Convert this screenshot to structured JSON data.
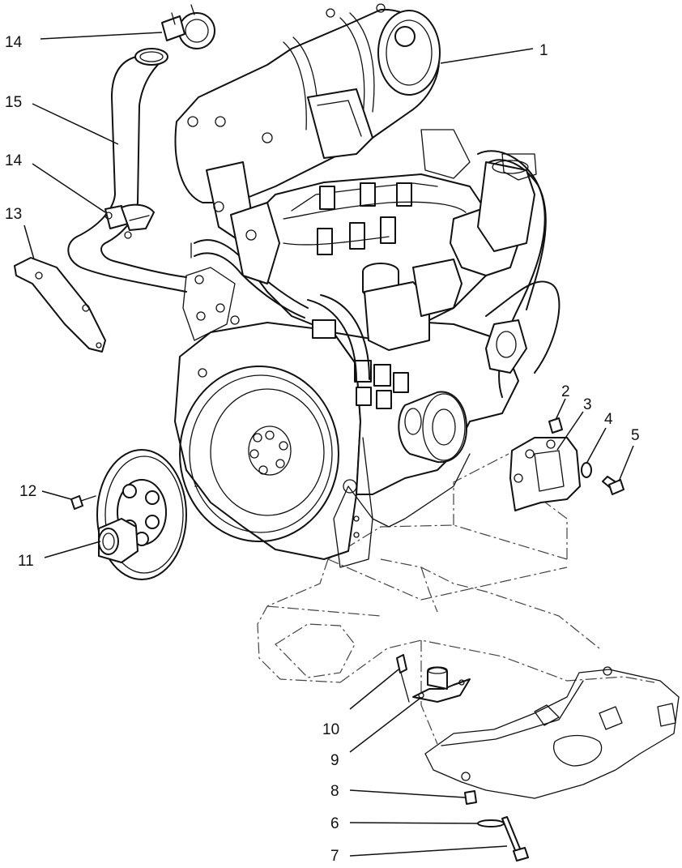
{
  "callouts": [
    {
      "id": "c1",
      "text": "1"
    },
    {
      "id": "c2",
      "text": "2"
    },
    {
      "id": "c3",
      "text": "3"
    },
    {
      "id": "c4",
      "text": "4"
    },
    {
      "id": "c5",
      "text": "5"
    },
    {
      "id": "c6",
      "text": "6"
    },
    {
      "id": "c7",
      "text": "7"
    },
    {
      "id": "c8",
      "text": "8"
    },
    {
      "id": "c9",
      "text": "9"
    },
    {
      "id": "c10",
      "text": "10"
    },
    {
      "id": "c11",
      "text": "11"
    },
    {
      "id": "c12",
      "text": "12"
    },
    {
      "id": "c13",
      "text": "13"
    },
    {
      "id": "c14a",
      "text": "14"
    },
    {
      "id": "c14b",
      "text": "14"
    },
    {
      "id": "c15",
      "text": "15"
    }
  ]
}
